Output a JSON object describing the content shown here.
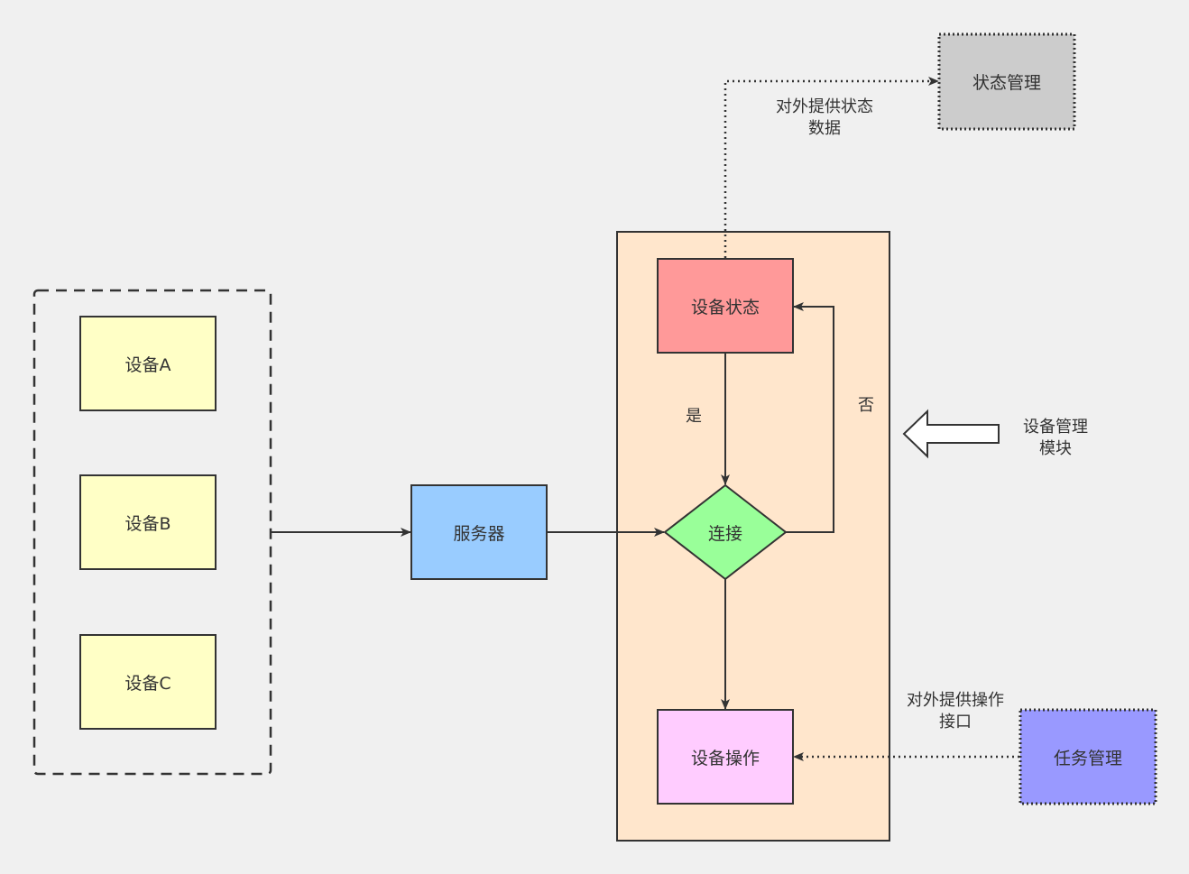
{
  "colors": {
    "device": "#ffffc6",
    "server": "#99ccff",
    "module_bg": "#ffe6cc",
    "state": "#ff9999",
    "connect": "#99ff99",
    "operation": "#ffccff",
    "state_mgmt": "#cccccc",
    "task_mgmt": "#9999ff",
    "line": "#333333"
  },
  "devices": [
    {
      "label": "设备A"
    },
    {
      "label": "设备B"
    },
    {
      "label": "设备C"
    }
  ],
  "server": {
    "label": "服务器"
  },
  "module": {
    "label_line1": "设备管理",
    "label_line2": "模块",
    "state": "设备状态",
    "connect": "连接",
    "operation": "设备操作",
    "yes": "是",
    "no": "否"
  },
  "state_management": {
    "label": "状态管理",
    "edge_line1": "对外提供状态",
    "edge_line2": "数据"
  },
  "task_management": {
    "label": "任务管理",
    "edge_line1": "对外提供操作",
    "edge_line2": "接口"
  }
}
